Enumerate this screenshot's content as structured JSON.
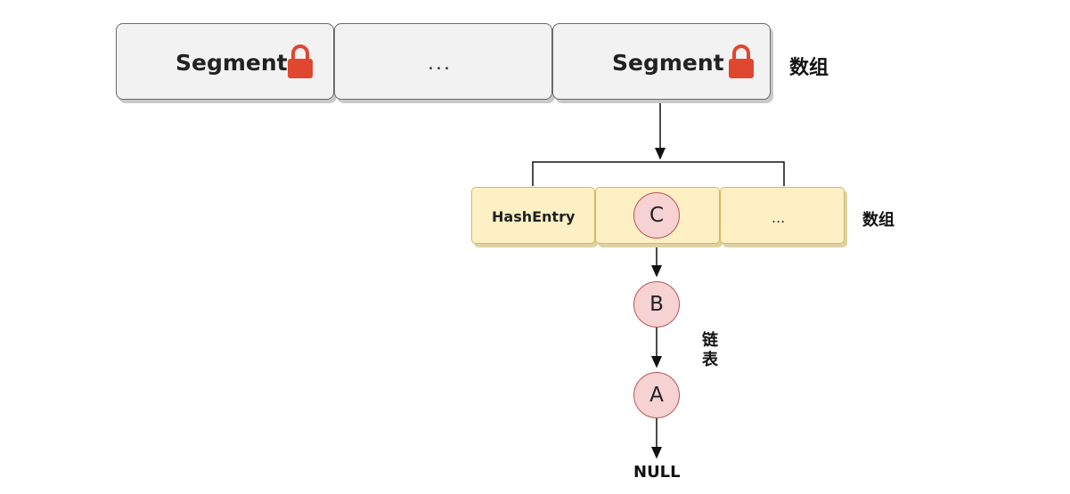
{
  "segments": [
    {
      "label": "Segment",
      "icon": "lock-icon"
    },
    {
      "label": "..."
    },
    {
      "label": "Segment",
      "icon": "lock-icon"
    }
  ],
  "segment_array_label": "数组",
  "entries": [
    {
      "label": "HashEntry"
    },
    {
      "node": "C"
    },
    {
      "label": "..."
    }
  ],
  "entry_array_label": "数组",
  "chain": [
    "B",
    "A"
  ],
  "chain_label": "链\n表",
  "terminal": "NULL",
  "colors": {
    "lock": "#e0472f",
    "segment_fill": "#f2f2f2",
    "entry_fill": "#fdf0c4",
    "node_fill": "#f6d2d2"
  }
}
